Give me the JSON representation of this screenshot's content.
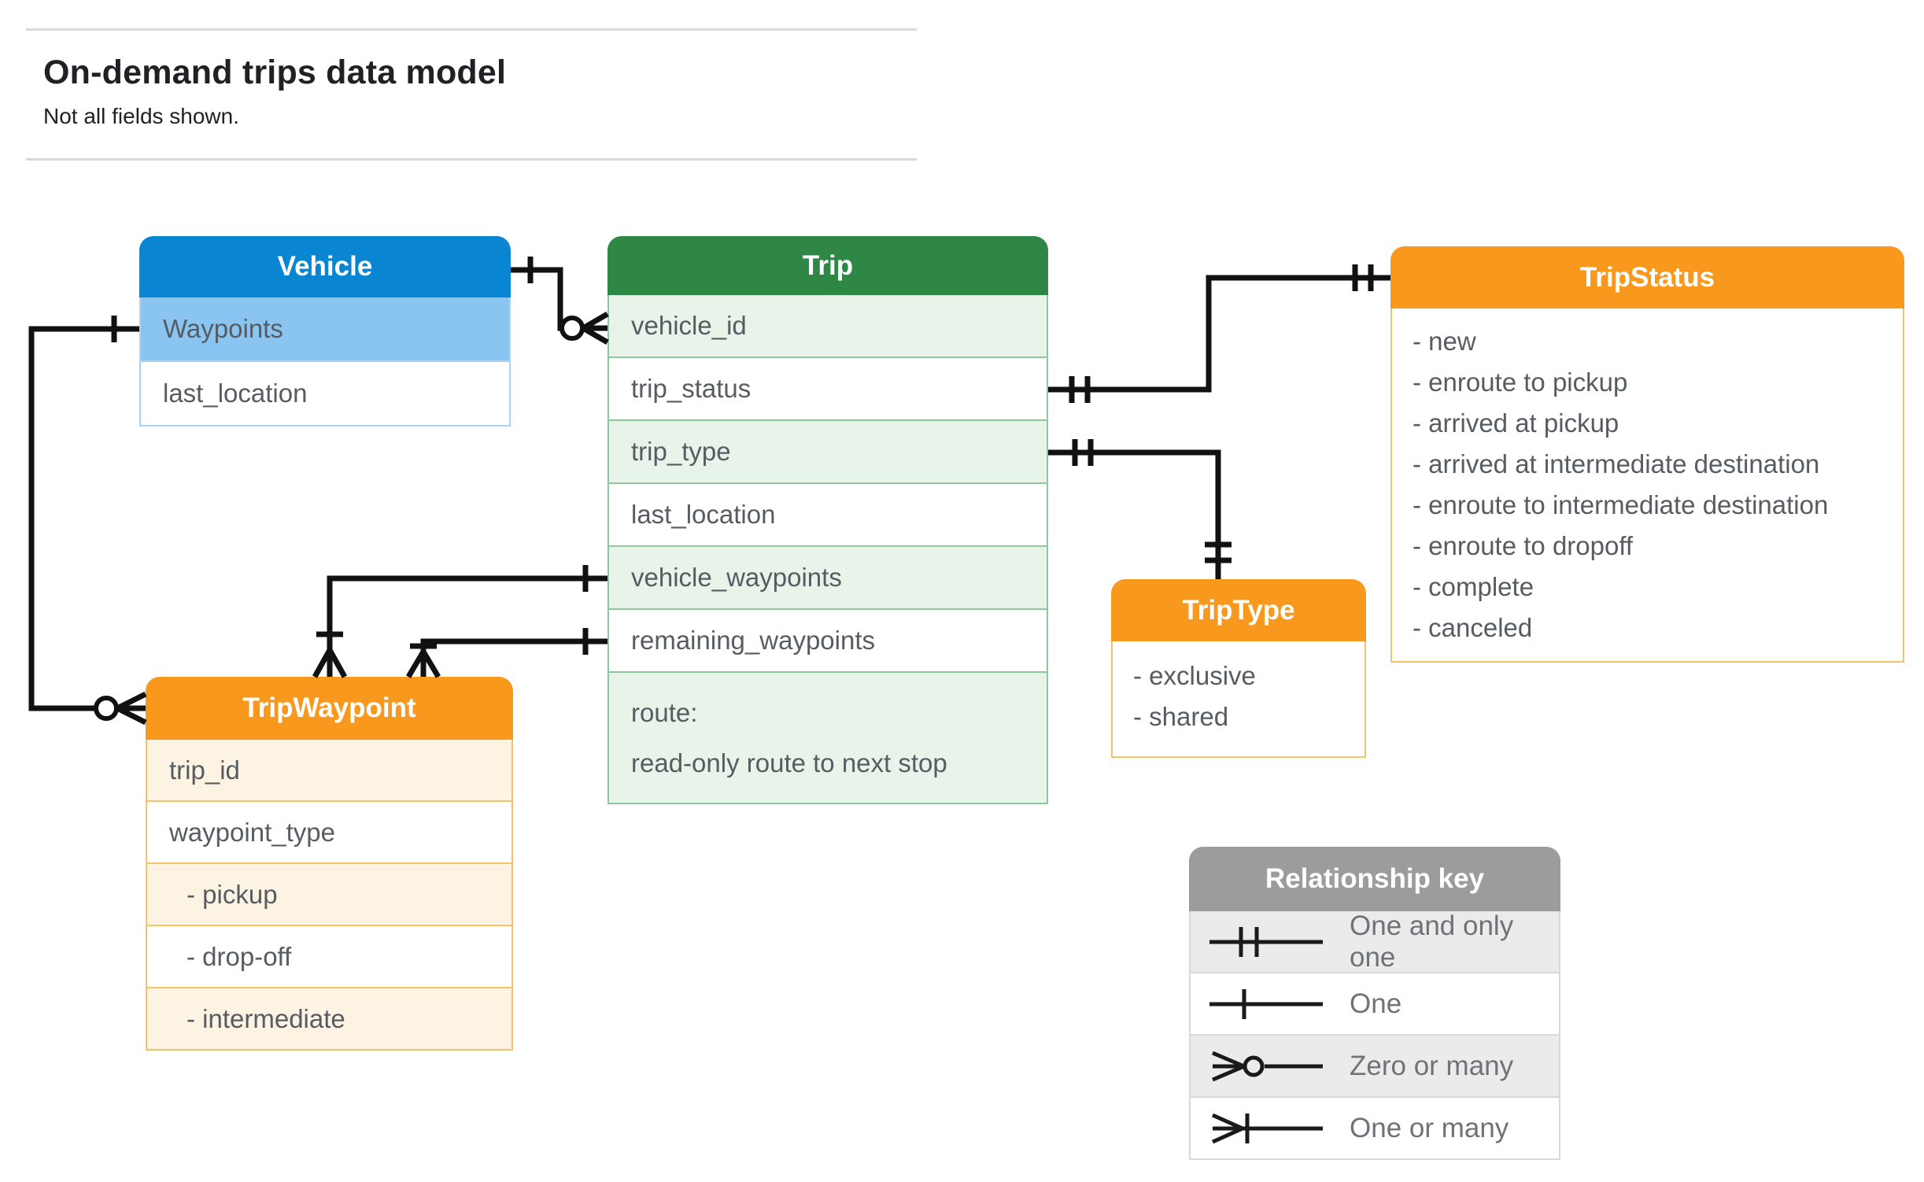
{
  "page": {
    "title": "On-demand trips data model",
    "subtitle": "Not all fields shown."
  },
  "entities": {
    "vehicle": {
      "title": "Vehicle",
      "rows": [
        "Waypoints",
        "last_location"
      ]
    },
    "trip": {
      "title": "Trip",
      "rows": [
        "vehicle_id",
        "trip_status",
        "trip_type",
        "last_location",
        "vehicle_waypoints",
        "remaining_waypoints"
      ],
      "route_line1": "route:",
      "route_line2": "read-only route to next stop"
    },
    "trip_status": {
      "title": "TripStatus",
      "items": [
        "- new",
        "- enroute to pickup",
        "- arrived at pickup",
        "- arrived at intermediate destination",
        "- enroute to intermediate destination",
        "- enroute to dropoff",
        "- complete",
        "- canceled"
      ]
    },
    "trip_type": {
      "title": "TripType",
      "items": [
        "- exclusive",
        "- shared"
      ]
    },
    "trip_waypoint": {
      "title": "TripWaypoint",
      "rows": [
        "trip_id",
        "waypoint_type"
      ],
      "enum_items": [
        "- pickup",
        "- drop-off",
        "- intermediate"
      ]
    }
  },
  "legend": {
    "title": "Relationship key",
    "items": [
      {
        "icon": "one-and-only-one-icon",
        "label": "One and only one"
      },
      {
        "icon": "one-icon",
        "label": "One"
      },
      {
        "icon": "zero-or-many-icon",
        "label": "Zero or many"
      },
      {
        "icon": "one-or-many-icon",
        "label": "One or many"
      }
    ]
  },
  "colors": {
    "vehicle_header": "#0a85d1",
    "vehicle_highlight_row": "#8ac4f1",
    "trip_header": "#2e8745",
    "trip_row_tint": "#e8f3ea",
    "orange_header": "#f8991d",
    "orange_row_tint": "#fdf3e2",
    "legend_header": "#9c9c9c",
    "legend_row_tint": "#ebebeb",
    "connector": "#111111",
    "title_text": "#202124",
    "row_text": "#565c61"
  }
}
